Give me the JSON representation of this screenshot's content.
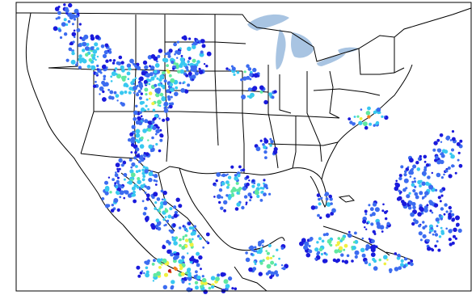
{
  "map": {
    "type": "precipitation-radar-map",
    "region": "north-america",
    "basemap": "political-boundaries",
    "frame": true,
    "colors": {
      "background": "#ffffff",
      "border": "#000000",
      "boundary_lines": "#000000",
      "lakes": "#a8c4e2",
      "precip_levels": [
        "#1a1adc",
        "#3c6cf0",
        "#38c8f0",
        "#60e8a0",
        "#f0f040",
        "#f08020",
        "#c01818",
        "#6a0808"
      ]
    },
    "labels": []
  }
}
